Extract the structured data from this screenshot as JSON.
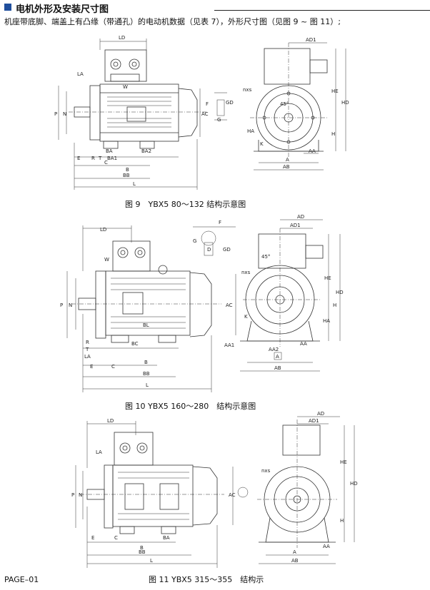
{
  "header": {
    "title": "电机外形及安装尺寸图",
    "subtitle": "机座带底脚、端盖上有凸缘（带通孔）的电动机数据（见表 7），外形尺寸图（见图 9 ~ 图 11）;"
  },
  "figures": [
    {
      "caption": "图 9　YBX5  80～132  结构示意图"
    },
    {
      "caption": "图 10 YBX5  160～280　结构示意图"
    },
    {
      "caption": "图 11 YBX5  315～355　结构示"
    }
  ],
  "labels": {
    "LD": "LD",
    "LA": "LA",
    "P": "P",
    "N": "N",
    "F": "F",
    "GD": "GD",
    "G": "G",
    "D": "D",
    "AC": "AC",
    "E": "E",
    "R": "R",
    "T": "T",
    "C": "C",
    "B": "B",
    "BB": "BB",
    "L": "L",
    "BA": "BA",
    "BA1": "BA1",
    "BA2": "BA2",
    "BL": "BL",
    "BC": "BC",
    "AD1": "AD1",
    "AD": "AD",
    "HE": "HE",
    "HD": "HD",
    "H": "H",
    "HA": "HA",
    "A": "A",
    "AB": "AB",
    "AA": "AA",
    "AA1": "AA1",
    "AA2": "AA2",
    "nxs": "nxs",
    "angle": "45°",
    "W": "W",
    "K": "K"
  },
  "footer": {
    "page": "PAGE–01"
  }
}
